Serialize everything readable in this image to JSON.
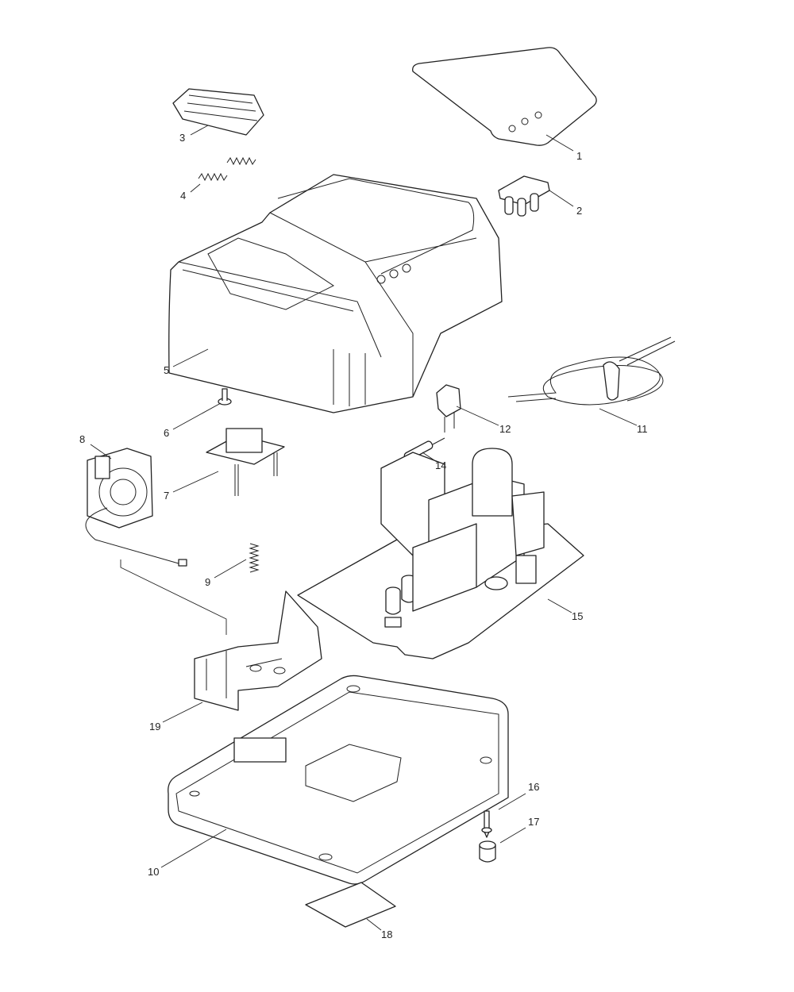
{
  "title": "Battery charger exploded parts diagram",
  "parts": [
    {
      "id": "1"
    },
    {
      "id": "2"
    },
    {
      "id": "3"
    },
    {
      "id": "4"
    },
    {
      "id": "5"
    },
    {
      "id": "6"
    },
    {
      "id": "7"
    },
    {
      "id": "8"
    },
    {
      "id": "9"
    },
    {
      "id": "10"
    },
    {
      "id": "11"
    },
    {
      "id": "12"
    },
    {
      "id": "14"
    },
    {
      "id": "15"
    },
    {
      "id": "16"
    },
    {
      "id": "17"
    },
    {
      "id": "18"
    },
    {
      "id": "19"
    }
  ]
}
